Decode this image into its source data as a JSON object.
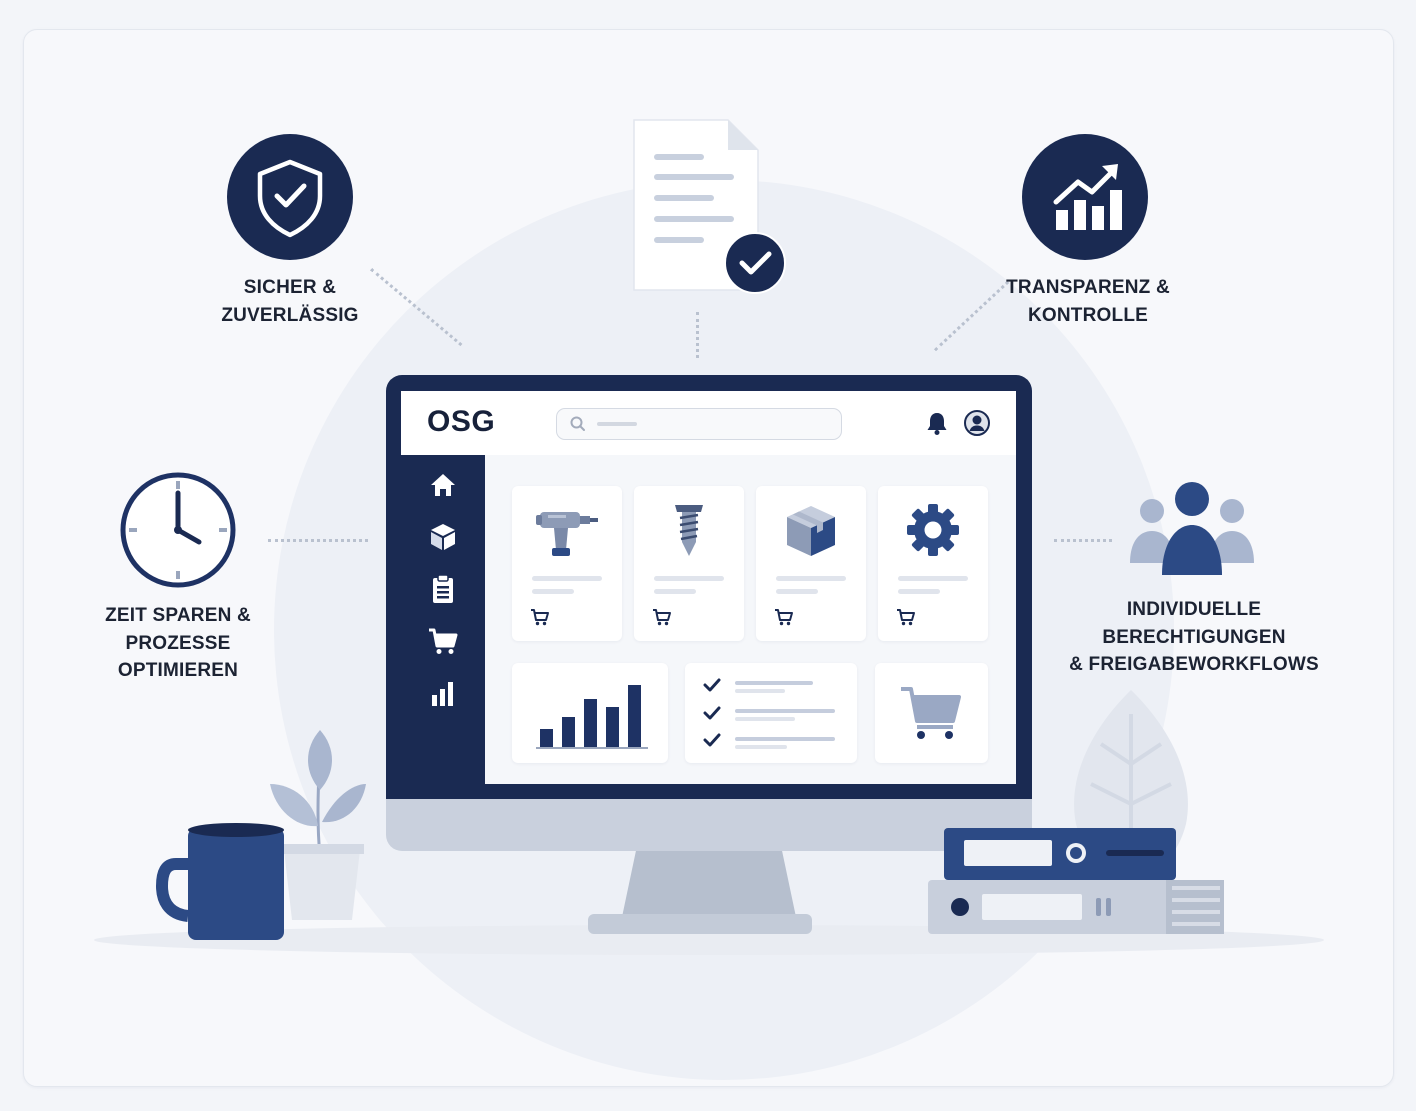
{
  "features": {
    "security": {
      "line1": "SICHER &",
      "line2": "ZUVERLÄSSIG",
      "icon": "shield-check-icon"
    },
    "transparency": {
      "line1": "TRANSPARENZ &",
      "line2": "KONTROLLE",
      "icon": "growth-chart-icon"
    },
    "time": {
      "line1": "ZEIT SPAREN &",
      "line2": "PROZESSE",
      "line3": "OPTIMIEREN",
      "icon": "clock-icon"
    },
    "permissions": {
      "line1": "INDIVIDUELLE",
      "line2": "BERECHTIGUNGEN",
      "line3": "& FREIGABEWORKFLOWS",
      "icon": "team-icon"
    },
    "document": {
      "icon": "document-check-icon"
    }
  },
  "app": {
    "logo": "OSG",
    "sidebar_icons": [
      "home-icon",
      "box-icon",
      "clipboard-icon",
      "cart-icon",
      "bar-chart-icon"
    ],
    "products": [
      "drill-icon",
      "screw-icon",
      "package-icon",
      "gear-icon"
    ]
  },
  "colors": {
    "navy": "#1a2a52",
    "accent_blue": "#2c4a85",
    "soft_blue": "#9aa8c4",
    "background": "#f7f8fb"
  }
}
